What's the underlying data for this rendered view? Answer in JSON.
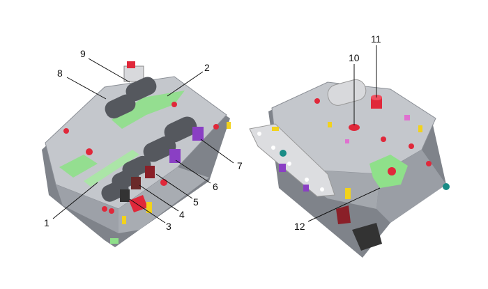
{
  "diagram": {
    "left_assembly": {
      "callouts": [
        {
          "id": "c1",
          "label": "1"
        },
        {
          "id": "c2",
          "label": "2"
        },
        {
          "id": "c3",
          "label": "3"
        },
        {
          "id": "c4",
          "label": "4"
        },
        {
          "id": "c5",
          "label": "5"
        },
        {
          "id": "c6",
          "label": "6"
        },
        {
          "id": "c7",
          "label": "7"
        },
        {
          "id": "c8",
          "label": "8"
        },
        {
          "id": "c9",
          "label": "9"
        }
      ]
    },
    "right_assembly": {
      "callouts": [
        {
          "id": "c10",
          "label": "10"
        },
        {
          "id": "c11",
          "label": "11"
        },
        {
          "id": "c12",
          "label": "12"
        }
      ]
    },
    "colors": {
      "body": "#b9bcc2",
      "body_dark": "#7f838a",
      "solenoid": "#55585e",
      "red": "#e0283a",
      "green": "#8fe08a",
      "purple": "#8a3fc4",
      "yellow": "#f2d21c",
      "teal": "#1a8c86"
    }
  }
}
